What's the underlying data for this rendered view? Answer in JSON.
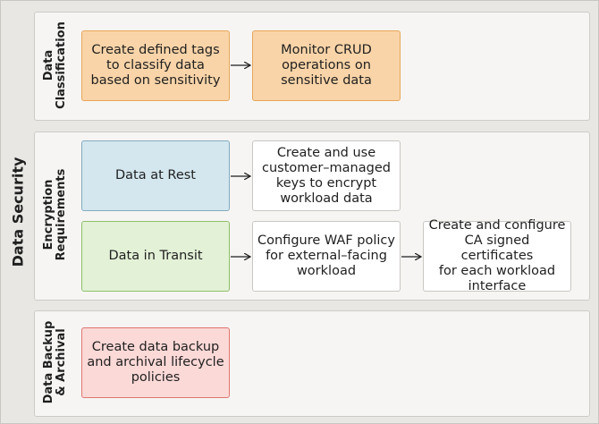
{
  "diagram": {
    "title": "Data Security",
    "sections": [
      {
        "label": "Data\nClassification"
      },
      {
        "label": "Encryption\nRequirements"
      },
      {
        "label": "Data Backup\n& Archival"
      }
    ],
    "boxes": {
      "tags": "Create defined tags\nto classify data\nbased on sensitivity",
      "monitor": "Monitor CRUD\noperations on\nsensitive data",
      "rest": "Data at Rest",
      "keys": "Create and use\ncustomer–managed\nkeys to encrypt\nworkload data",
      "transit": "Data in Transit",
      "waf": "Configure WAF policy\nfor external–facing\nworkload",
      "certs": "Create and configure\nCA signed certificates\nfor each workload\ninterface",
      "backup": "Create data backup\nand archival lifecycle\npolicies"
    },
    "colors": {
      "orange": "#f9d4a8",
      "blue": "#d4e7ef",
      "green": "#e3f1d7",
      "red": "#fbd9d7"
    }
  }
}
